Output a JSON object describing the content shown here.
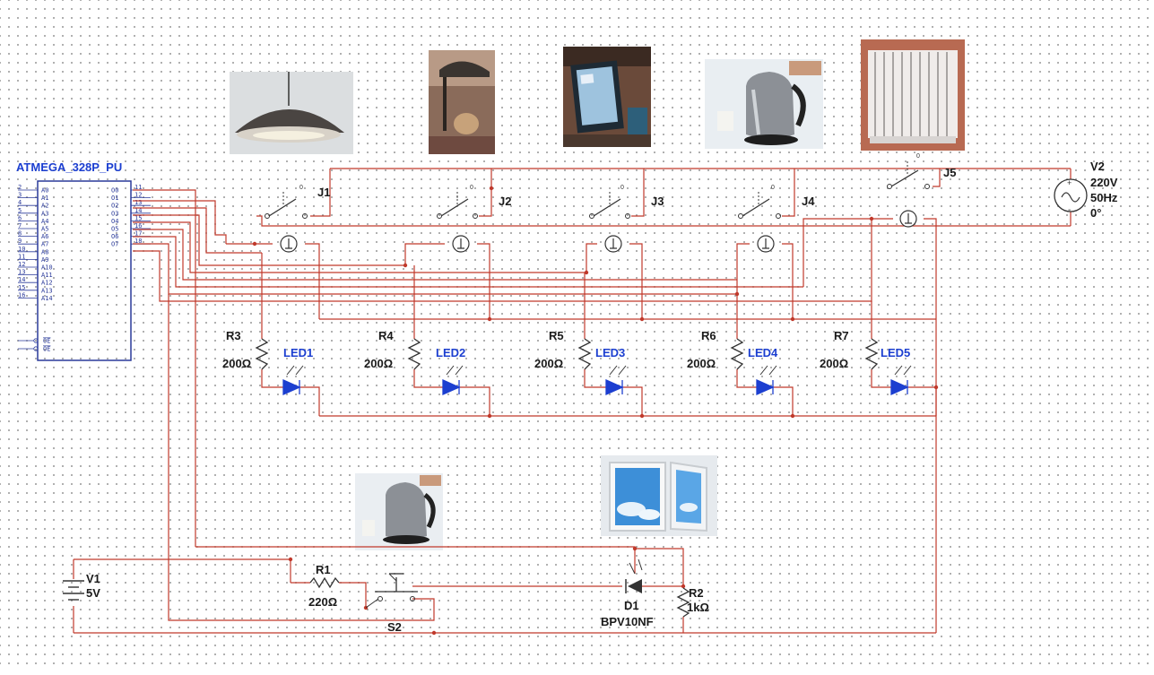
{
  "mcu": {
    "title": "ATMEGA_328P_PU",
    "left_pins": [
      "A0",
      "A1",
      "A2",
      "A3",
      "A4",
      "A5",
      "A6",
      "A7",
      "A8",
      "A9",
      "A10",
      "A11",
      "A12",
      "A13",
      "A14"
    ],
    "right_pins": [
      "O0",
      "O1",
      "O2",
      "O3",
      "O4",
      "O5",
      "O6",
      "O7"
    ],
    "bottom_pins": [
      "OE",
      "OE"
    ]
  },
  "resistors": [
    {
      "name": "R3",
      "value": "200Ω"
    },
    {
      "name": "R4",
      "value": "200Ω"
    },
    {
      "name": "R5",
      "value": "200Ω"
    },
    {
      "name": "R6",
      "value": "200Ω"
    },
    {
      "name": "R7",
      "value": "200Ω"
    }
  ],
  "leds": [
    "LED1",
    "LED2",
    "LED3",
    "LED4",
    "LED5"
  ],
  "relays": [
    "J1",
    "J2",
    "J3",
    "J4",
    "J5"
  ],
  "v2": {
    "name": "V2",
    "voltage": "220V",
    "freq": "50Hz",
    "phase": "0°"
  },
  "v1": {
    "name": "V1",
    "voltage": "5V"
  },
  "r1": {
    "name": "R1",
    "value": "220Ω"
  },
  "r2": {
    "name": "R2",
    "value": "1kΩ"
  },
  "s2": "S2",
  "d1": {
    "name": "D1",
    "part": "BPV10NF"
  },
  "appliances": [
    "pendant lamp",
    "table lamp",
    "tablet",
    "electric kettle",
    "oil radiator",
    "electric kettle",
    "window"
  ],
  "colors": {
    "wire": "#c0392b",
    "component_blue": "#1c3fd0",
    "chip_outline": "#2a3a9a"
  }
}
